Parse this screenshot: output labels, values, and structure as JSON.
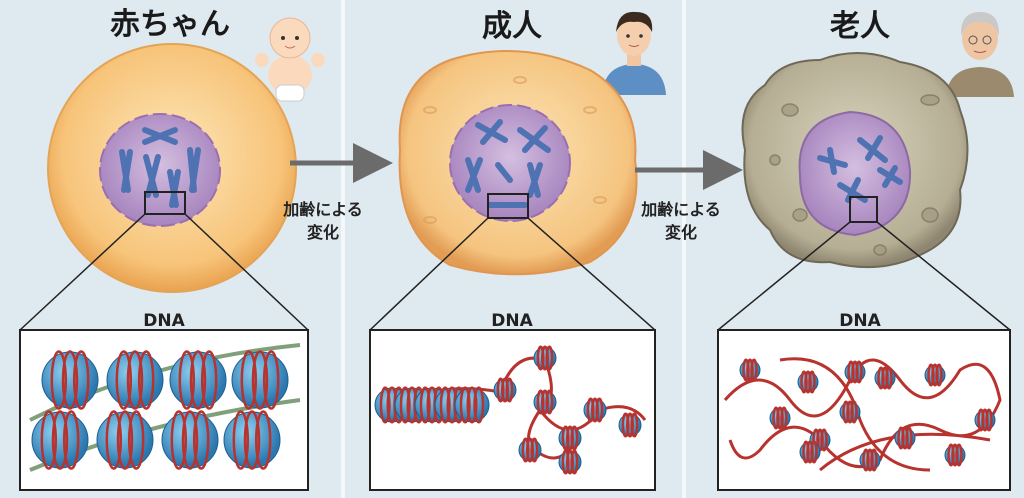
{
  "panels": [
    {
      "title": "赤ちゃん",
      "dna_label": "DNA"
    },
    {
      "title": "成人",
      "dna_label": "DNA"
    },
    {
      "title": "老人",
      "dna_label": "DNA"
    }
  ],
  "transitions": [
    {
      "line1": "加齢による",
      "line2": "変化"
    },
    {
      "line1": "加齢による",
      "line2": "変化"
    }
  ],
  "colors": {
    "background": "#dfeaf0",
    "baby_cell": "#f6c27a",
    "adult_cell": "#f5c98a",
    "elder_cell": "#b7b39c",
    "nucleus": "#b79ac8",
    "chromosome": "#5577b8",
    "histone": "#3f8fc4",
    "dna_strand": "#b8322e",
    "arrow": "#6b6b6b"
  }
}
